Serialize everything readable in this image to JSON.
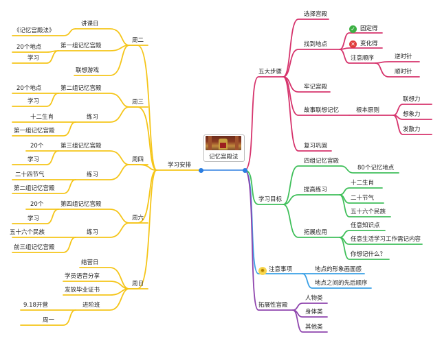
{
  "center": {
    "title": "记忆宫殿法",
    "image_desc": "palace-throne-room-image"
  },
  "left": {
    "root": "学习安排",
    "days": [
      {
        "label": "周二",
        "items": [
          "讲课日",
          "《记忆宫殿法》",
          "第一组记忆宫殿",
          "20个地点",
          "学习",
          "联想游戏"
        ]
      },
      {
        "label": "周三",
        "items": [
          "20个地点",
          "第二组记忆宫殿",
          "学习",
          "十二生肖",
          "练习",
          "第一组记忆宫殿"
        ]
      },
      {
        "label": "周四",
        "items": [
          "20个",
          "第三组记忆宫殿",
          "学习",
          "二十四节气",
          "练习",
          "第二组记忆宫殿"
        ]
      },
      {
        "label": "周六",
        "items": [
          "20个",
          "第四组记忆宫殿",
          "学习",
          "五十六个民族",
          "练习",
          "前三组记忆宫殿"
        ]
      },
      {
        "label": "周日",
        "items": [
          "结营日",
          "学员语音分享",
          "发放毕业证书",
          "9.18开营",
          "进阶班",
          "周一"
        ]
      }
    ]
  },
  "right": {
    "five_steps": {
      "label": "五大步骤",
      "items": [
        "选择宫殿",
        "找到地点",
        "固定得",
        "变化得",
        "注意顺序",
        "逆时针",
        "顺时针",
        "牢记宫殿",
        "故事联想记忆",
        "根本原则",
        "联想力",
        "想象力",
        "发散力",
        "复习巩固"
      ]
    },
    "goals": {
      "label": "学习目标",
      "items": [
        "四组记忆宫殿",
        "80个记忆地点",
        "提高练习",
        "十二生肖",
        "二十节气",
        "五十六个民族",
        "拓展应用",
        "任意知识点",
        "任意生活学习工作需记内容",
        "你想记什么？"
      ]
    },
    "notes": {
      "label": "注意事项",
      "items": [
        "地点的形象画面感",
        "地点之间的先后顺序"
      ]
    },
    "expand": {
      "label": "拓展性宫殿",
      "items": [
        "人物类",
        "身体类",
        "其他类"
      ]
    }
  },
  "colors": {
    "left_branch": "#f5c518",
    "five_steps": "#d6336c",
    "goals": "#3fbf5a",
    "notes": "#3aa0e6",
    "expand": "#8e44ad",
    "center_link": "#2a7de1",
    "check": "#3cb043",
    "cross": "#e03b3b"
  }
}
